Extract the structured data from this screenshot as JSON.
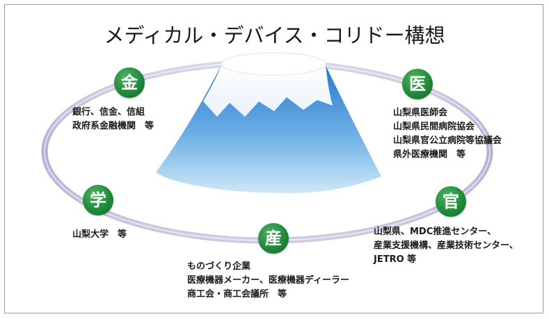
{
  "title": "メディカル・デバイス・コリドー構想",
  "nodes": {
    "kin": {
      "label": "金",
      "items": [
        "銀行、信金、信組",
        "政府系金融機関　等"
      ]
    },
    "i": {
      "label": "医",
      "items": [
        "山梨県医師会",
        "山梨県民間病院協会",
        "山梨県官公立病院等協議会",
        "県外医療機関　等"
      ]
    },
    "gaku": {
      "label": "学",
      "items": [
        "山梨大学　等"
      ]
    },
    "san": {
      "label": "産",
      "items": [
        "ものづくり企業",
        "医療機器メーカー、医療機器ディーラー",
        "商工会・商工会議所　等"
      ]
    },
    "kan": {
      "label": "官",
      "items": [
        "山梨県、MDC推進センター、",
        "産業支援機構、産業技術センター、",
        "JETRO 等"
      ]
    }
  },
  "colors": {
    "badge": "#1f8b3b",
    "ring": "#b7b3d3",
    "mountain_top": "#2f7fd0",
    "mountain_bottom": "#b8dcf4",
    "snow": "#ffffff"
  }
}
